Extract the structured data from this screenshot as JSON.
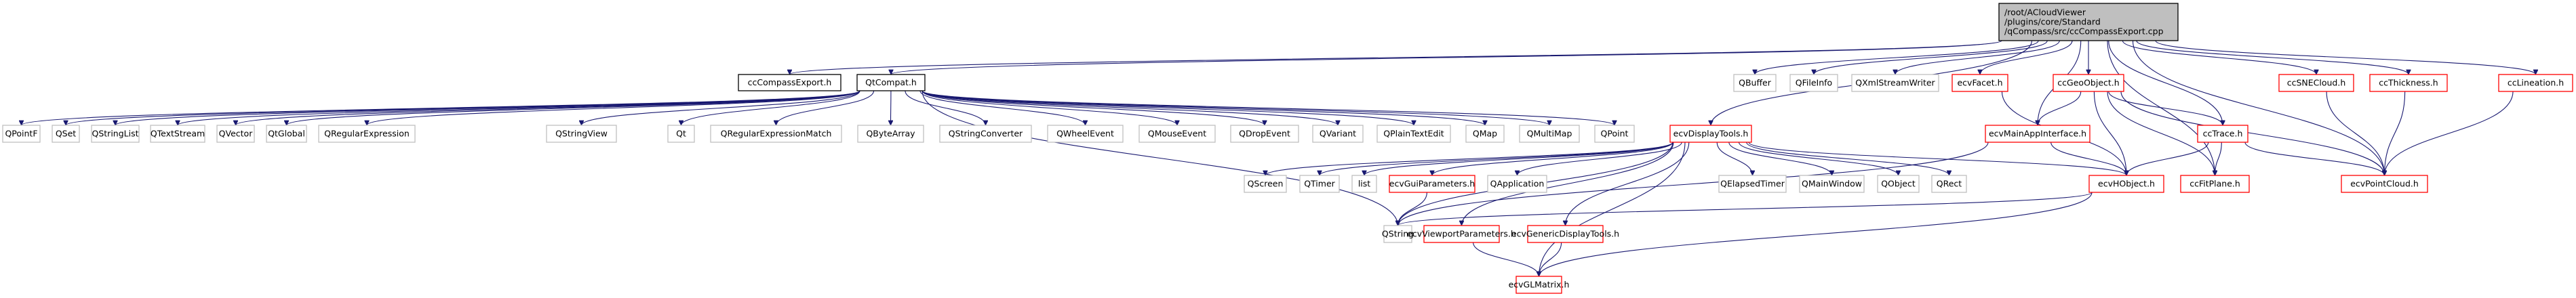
{
  "diagram": {
    "type": "include-dependency-graph",
    "colors": {
      "edge": "#191970",
      "root_fill": "#bfbfbf",
      "root_border": "#000000",
      "local_border": "#000000",
      "documented_border": "#ff0000",
      "external_border": "#bfbfbf"
    },
    "nodes": [
      {
        "id": "root",
        "kind": "root",
        "lines": [
          "/root/ACloudViewer",
          "/plugins/core/Standard",
          "/qCompass/src/ccCompassExport.cpp"
        ]
      },
      {
        "id": "ccCompassExport_h",
        "kind": "local",
        "lines": [
          "ccCompassExport.h"
        ]
      },
      {
        "id": "QtCompat_h",
        "kind": "local",
        "lines": [
          "QtCompat.h"
        ]
      },
      {
        "id": "QBuffer",
        "kind": "ext",
        "lines": [
          "QBuffer"
        ]
      },
      {
        "id": "QFileInfo",
        "kind": "ext",
        "lines": [
          "QFileInfo"
        ]
      },
      {
        "id": "QXmlStreamWriter",
        "kind": "ext",
        "lines": [
          "QXmlStreamWriter"
        ]
      },
      {
        "id": "ecvFacet_h",
        "kind": "linked",
        "lines": [
          "ecvFacet.h"
        ]
      },
      {
        "id": "ccGeoObject_h",
        "kind": "linked",
        "lines": [
          "ccGeoObject.h"
        ]
      },
      {
        "id": "ccSNECloud_h",
        "kind": "linked",
        "lines": [
          "ccSNECloud.h"
        ]
      },
      {
        "id": "ccThickness_h",
        "kind": "linked",
        "lines": [
          "ccThickness.h"
        ]
      },
      {
        "id": "ccLineation_h",
        "kind": "linked",
        "lines": [
          "ccLineation.h"
        ]
      },
      {
        "id": "QPointF",
        "kind": "ext",
        "lines": [
          "QPointF"
        ]
      },
      {
        "id": "QSet",
        "kind": "ext",
        "lines": [
          "QSet"
        ]
      },
      {
        "id": "QStringList",
        "kind": "ext",
        "lines": [
          "QStringList"
        ]
      },
      {
        "id": "QTextStream",
        "kind": "ext",
        "lines": [
          "QTextStream"
        ]
      },
      {
        "id": "QVector",
        "kind": "ext",
        "lines": [
          "QVector"
        ]
      },
      {
        "id": "QtGlobal",
        "kind": "ext",
        "lines": [
          "QtGlobal"
        ]
      },
      {
        "id": "QRegularExpression",
        "kind": "ext",
        "lines": [
          "QRegularExpression"
        ]
      },
      {
        "id": "QStringView",
        "kind": "ext",
        "lines": [
          "QStringView"
        ]
      },
      {
        "id": "Qt",
        "kind": "ext",
        "lines": [
          "Qt"
        ]
      },
      {
        "id": "QRegularExpressionMatch",
        "kind": "ext",
        "lines": [
          "QRegularExpressionMatch"
        ]
      },
      {
        "id": "QByteArray",
        "kind": "ext",
        "lines": [
          "QByteArray"
        ]
      },
      {
        "id": "QStringConverter",
        "kind": "ext",
        "lines": [
          "QStringConverter"
        ]
      },
      {
        "id": "QWheelEvent",
        "kind": "ext",
        "lines": [
          "QWheelEvent"
        ]
      },
      {
        "id": "QMouseEvent",
        "kind": "ext",
        "lines": [
          "QMouseEvent"
        ]
      },
      {
        "id": "QDropEvent",
        "kind": "ext",
        "lines": [
          "QDropEvent"
        ]
      },
      {
        "id": "QVariant",
        "kind": "ext",
        "lines": [
          "QVariant"
        ]
      },
      {
        "id": "QPlainTextEdit",
        "kind": "ext",
        "lines": [
          "QPlainTextEdit"
        ]
      },
      {
        "id": "QMap",
        "kind": "ext",
        "lines": [
          "QMap"
        ]
      },
      {
        "id": "QMultiMap",
        "kind": "ext",
        "lines": [
          "QMultiMap"
        ]
      },
      {
        "id": "QPoint",
        "kind": "ext",
        "lines": [
          "QPoint"
        ]
      },
      {
        "id": "ecvDisplayTools_h",
        "kind": "linked",
        "lines": [
          "ecvDisplayTools.h"
        ]
      },
      {
        "id": "ecvMainAppInterface_h",
        "kind": "linked",
        "lines": [
          "ecvMainAppInterface.h"
        ]
      },
      {
        "id": "ccTrace_h",
        "kind": "linked",
        "lines": [
          "ccTrace.h"
        ]
      },
      {
        "id": "QScreen",
        "kind": "ext",
        "lines": [
          "QScreen"
        ]
      },
      {
        "id": "QTimer",
        "kind": "ext",
        "lines": [
          "QTimer"
        ]
      },
      {
        "id": "list",
        "kind": "ext",
        "lines": [
          "list"
        ]
      },
      {
        "id": "ecvGuiParameters_h",
        "kind": "linked",
        "lines": [
          "ecvGuiParameters.h"
        ]
      },
      {
        "id": "QApplication",
        "kind": "ext",
        "lines": [
          "QApplication"
        ]
      },
      {
        "id": "QElapsedTimer",
        "kind": "ext",
        "lines": [
          "QElapsedTimer"
        ]
      },
      {
        "id": "QMainWindow",
        "kind": "ext",
        "lines": [
          "QMainWindow"
        ]
      },
      {
        "id": "QObject",
        "kind": "ext",
        "lines": [
          "QObject"
        ]
      },
      {
        "id": "QRect",
        "kind": "ext",
        "lines": [
          "QRect"
        ]
      },
      {
        "id": "ecvHObject_h",
        "kind": "linked",
        "lines": [
          "ecvHObject.h"
        ]
      },
      {
        "id": "ccFitPlane_h",
        "kind": "linked",
        "lines": [
          "ccFitPlane.h"
        ]
      },
      {
        "id": "ecvPointCloud_h",
        "kind": "linked",
        "lines": [
          "ecvPointCloud.h"
        ]
      },
      {
        "id": "QString",
        "kind": "ext",
        "lines": [
          "QString"
        ]
      },
      {
        "id": "ecvViewportParameters_h",
        "kind": "linked",
        "lines": [
          "ecvViewportParameters.h"
        ]
      },
      {
        "id": "ecvGenericDisplayTools_h",
        "kind": "linked",
        "lines": [
          "ecvGenericDisplayTools.h"
        ]
      },
      {
        "id": "ecvGLMatrix_h",
        "kind": "linked",
        "lines": [
          "ecvGLMatrix.h"
        ]
      }
    ],
    "edges": [
      [
        "root",
        "ccCompassExport_h"
      ],
      [
        "root",
        "QtCompat_h"
      ],
      [
        "root",
        "ecvDisplayTools_h"
      ],
      [
        "root",
        "QBuffer"
      ],
      [
        "root",
        "QFileInfo"
      ],
      [
        "root",
        "QXmlStreamWriter"
      ],
      [
        "root",
        "ecvFacet_h"
      ],
      [
        "root",
        "ecvMainAppInterface_h"
      ],
      [
        "root",
        "ccGeoObject_h"
      ],
      [
        "root",
        "ccTrace_h"
      ],
      [
        "root",
        "ccFitPlane_h"
      ],
      [
        "root",
        "ccSNECloud_h"
      ],
      [
        "root",
        "ccThickness_h"
      ],
      [
        "root",
        "ccLineation_h"
      ],
      [
        "root",
        "ecvPointCloud_h"
      ],
      [
        "QtCompat_h",
        "QPointF"
      ],
      [
        "QtCompat_h",
        "QSet"
      ],
      [
        "QtCompat_h",
        "QStringList"
      ],
      [
        "QtCompat_h",
        "QTextStream"
      ],
      [
        "QtCompat_h",
        "QVector"
      ],
      [
        "QtCompat_h",
        "QtGlobal"
      ],
      [
        "QtCompat_h",
        "QRegularExpression"
      ],
      [
        "QtCompat_h",
        "QStringView"
      ],
      [
        "QtCompat_h",
        "Qt"
      ],
      [
        "QtCompat_h",
        "QRegularExpressionMatch"
      ],
      [
        "QtCompat_h",
        "QByteArray"
      ],
      [
        "QtCompat_h",
        "QStringConverter"
      ],
      [
        "QtCompat_h",
        "QWheelEvent"
      ],
      [
        "QtCompat_h",
        "QMouseEvent"
      ],
      [
        "QtCompat_h",
        "QDropEvent"
      ],
      [
        "QtCompat_h",
        "QVariant"
      ],
      [
        "QtCompat_h",
        "QPlainTextEdit"
      ],
      [
        "QtCompat_h",
        "QMap"
      ],
      [
        "QtCompat_h",
        "QMultiMap"
      ],
      [
        "QtCompat_h",
        "QPoint"
      ],
      [
        "QtCompat_h",
        "QString"
      ],
      [
        "ecvDisplayTools_h",
        "QScreen"
      ],
      [
        "ecvDisplayTools_h",
        "QTimer"
      ],
      [
        "ecvDisplayTools_h",
        "list"
      ],
      [
        "ecvDisplayTools_h",
        "ecvGuiParameters_h"
      ],
      [
        "ecvDisplayTools_h",
        "QApplication"
      ],
      [
        "ecvDisplayTools_h",
        "QElapsedTimer"
      ],
      [
        "ecvDisplayTools_h",
        "QMainWindow"
      ],
      [
        "ecvDisplayTools_h",
        "QObject"
      ],
      [
        "ecvDisplayTools_h",
        "QRect"
      ],
      [
        "ecvDisplayTools_h",
        "ecvHObject_h"
      ],
      [
        "ecvDisplayTools_h",
        "QString"
      ],
      [
        "ecvDisplayTools_h",
        "ecvViewportParameters_h"
      ],
      [
        "ecvDisplayTools_h",
        "ecvGenericDisplayTools_h"
      ],
      [
        "ecvDisplayTools_h",
        "ecvGLMatrix_h"
      ],
      [
        "ecvGuiParameters_h",
        "QString"
      ],
      [
        "ecvFacet_h",
        "ecvHObject_h"
      ],
      [
        "ccGeoObject_h",
        "ecvMainAppInterface_h"
      ],
      [
        "ccGeoObject_h",
        "ecvHObject_h"
      ],
      [
        "ccGeoObject_h",
        "ccTrace_h"
      ],
      [
        "ccGeoObject_h",
        "ccFitPlane_h"
      ],
      [
        "ccGeoObject_h",
        "ecvPointCloud_h"
      ],
      [
        "ecvMainAppInterface_h",
        "ecvHObject_h"
      ],
      [
        "ecvMainAppInterface_h",
        "QString"
      ],
      [
        "ccTrace_h",
        "ecvHObject_h"
      ],
      [
        "ccTrace_h",
        "ccFitPlane_h"
      ],
      [
        "ccTrace_h",
        "ecvPointCloud_h"
      ],
      [
        "ccSNECloud_h",
        "ecvPointCloud_h"
      ],
      [
        "ccThickness_h",
        "ecvPointCloud_h"
      ],
      [
        "ccLineation_h",
        "ecvPointCloud_h"
      ],
      [
        "ecvHObject_h",
        "QString"
      ],
      [
        "ecvHObject_h",
        "ecvGLMatrix_h"
      ],
      [
        "ecvViewportParameters_h",
        "ecvGLMatrix_h"
      ],
      [
        "ecvGenericDisplayTools_h",
        "ecvGLMatrix_h"
      ]
    ]
  }
}
